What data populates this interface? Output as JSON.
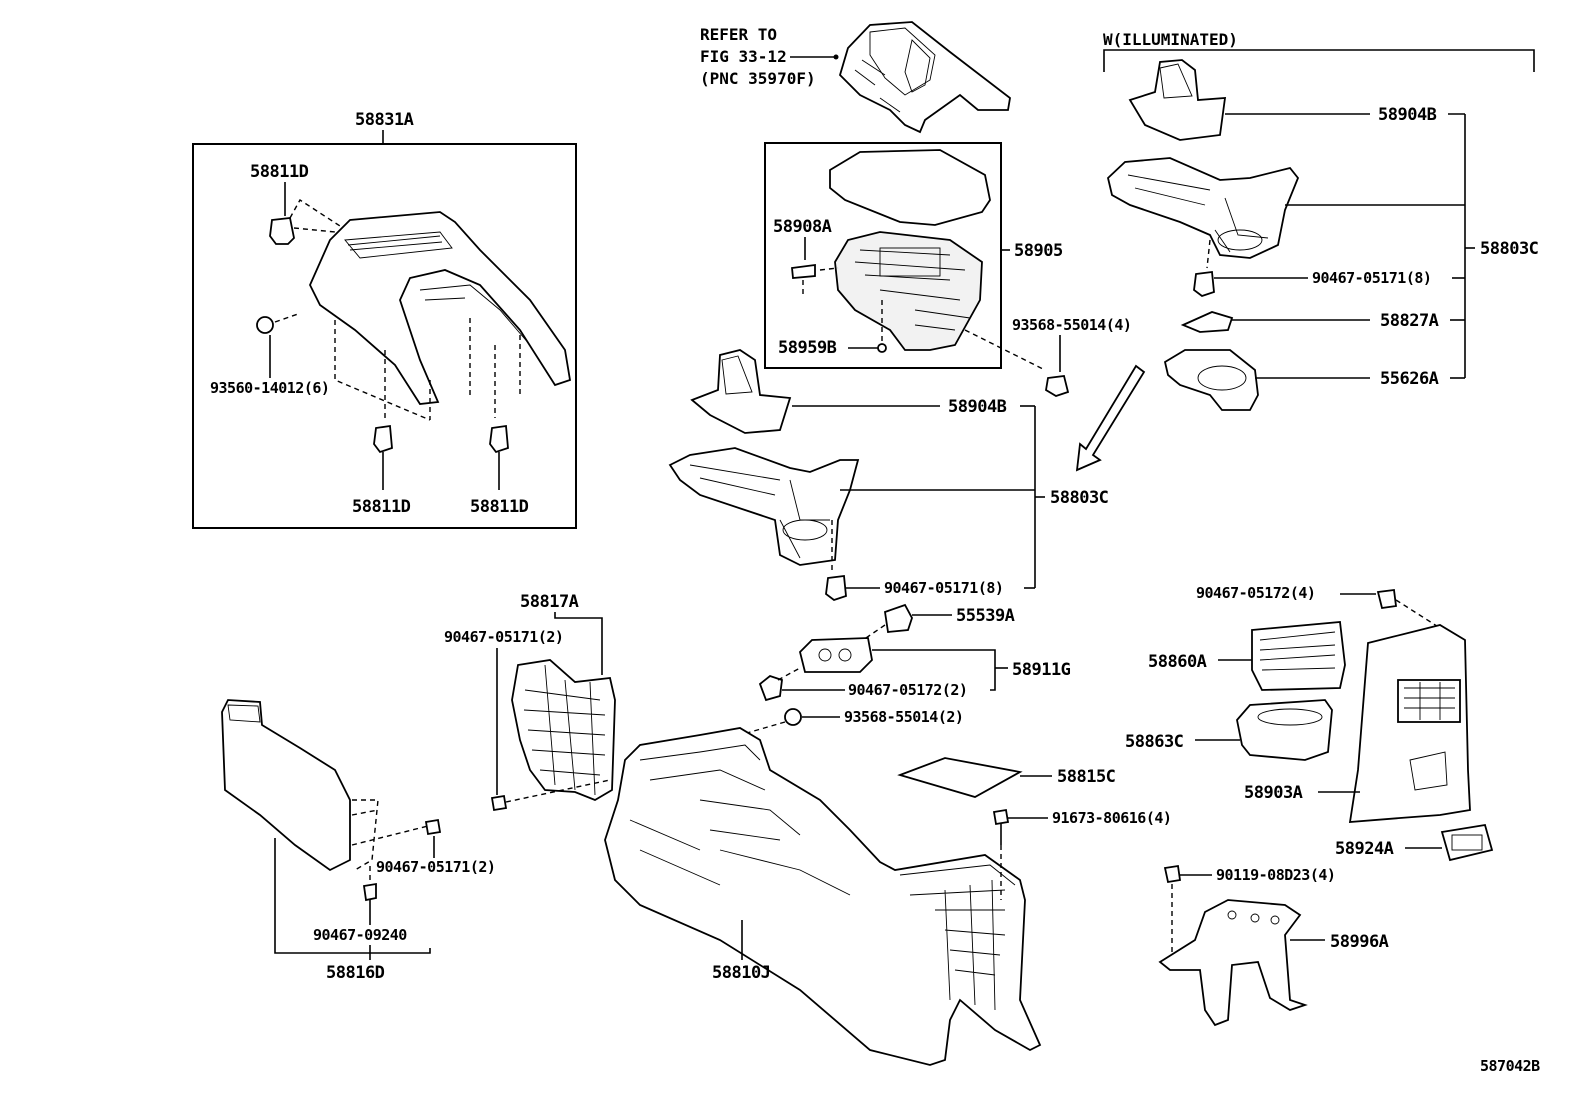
{
  "labels": {
    "refer_line1": "REFER TO",
    "refer_line2": "FIG 33-12",
    "refer_line3": "(PNC 35970F)",
    "illuminated": "W(ILLUMINATED)",
    "p58831A": "58831A",
    "p58811D_top": "58811D",
    "p93560": "93560-14012(6)",
    "p58811D_bl": "58811D",
    "p58811D_br": "58811D",
    "p58908A": "58908A",
    "p58905": "58905",
    "p58959B": "58959B",
    "p93568_a": "93568-55014(4)",
    "p58904B_mid": "58904B",
    "p58803C_mid": "58803C",
    "p90467_mid": "90467-05171(8)",
    "p58904B_right": "58904B",
    "p58803C_right": "58803C",
    "p90467_right": "90467-05171(8)",
    "p58827A": "58827A",
    "p55626A": "55626A",
    "p58817A": "58817A",
    "p90467_2a": "90467-05171(2)",
    "p55539A": "55539A",
    "p58911G": "58911G",
    "p90467_05172_2": "90467-05172(2)",
    "p93568_b": "93568-55014(2)",
    "p90467_05172_4": "90467-05172(4)",
    "p58860A": "58860A",
    "p58863C": "58863C",
    "p58903A": "58903A",
    "p58924A": "58924A",
    "p58815C": "58815C",
    "p91673": "91673-80616(4)",
    "p90119": "90119-08D23(4)",
    "p58996A": "58996A",
    "p90467_2b": "90467-05171(2)",
    "p90467_09240": "90467-09240",
    "p58816D": "58816D",
    "p58810J": "58810J",
    "figure_id": "587042B"
  }
}
